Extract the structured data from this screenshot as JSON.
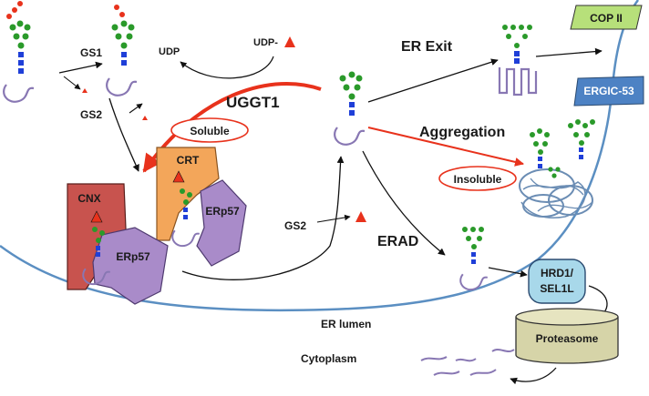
{
  "labels": {
    "gs1": "GS1",
    "gs2_top": "GS2",
    "gs2_mid": "GS2",
    "udp": "UDP",
    "udp_sugar": "UDP-",
    "uggt1": "UGGT1",
    "soluble": "Soluble",
    "crt": "CRT",
    "cnx": "CNX",
    "erp57_a": "ERp57",
    "erp57_b": "ERp57",
    "er_exit": "ER Exit",
    "aggregation": "Aggregation",
    "insoluble": "Insoluble",
    "erad": "ERAD",
    "cop2": "COP II",
    "ergic53": "ERGIC-53",
    "hrd1_line1": "HRD1/",
    "hrd1_line2": "SEL1L",
    "proteasome": "Proteasome",
    "er_lumen": "ER lumen",
    "cytoplasm": "Cytoplasm"
  },
  "colors": {
    "glucose_red": "#e8321c",
    "mannose_green": "#2a9a2a",
    "glcnac_blue": "#1f3fd8",
    "membrane": "#5b8fc2",
    "cnx": "#c8534e",
    "crt": "#f3a65a",
    "erp57": "#a98bc9",
    "hrd1": "#a8d8ea",
    "proteasome": "#d6d4a8",
    "cop2": "#b7e07a",
    "ergic53": "#4d82c4",
    "aggregate": "#6b8db4"
  }
}
